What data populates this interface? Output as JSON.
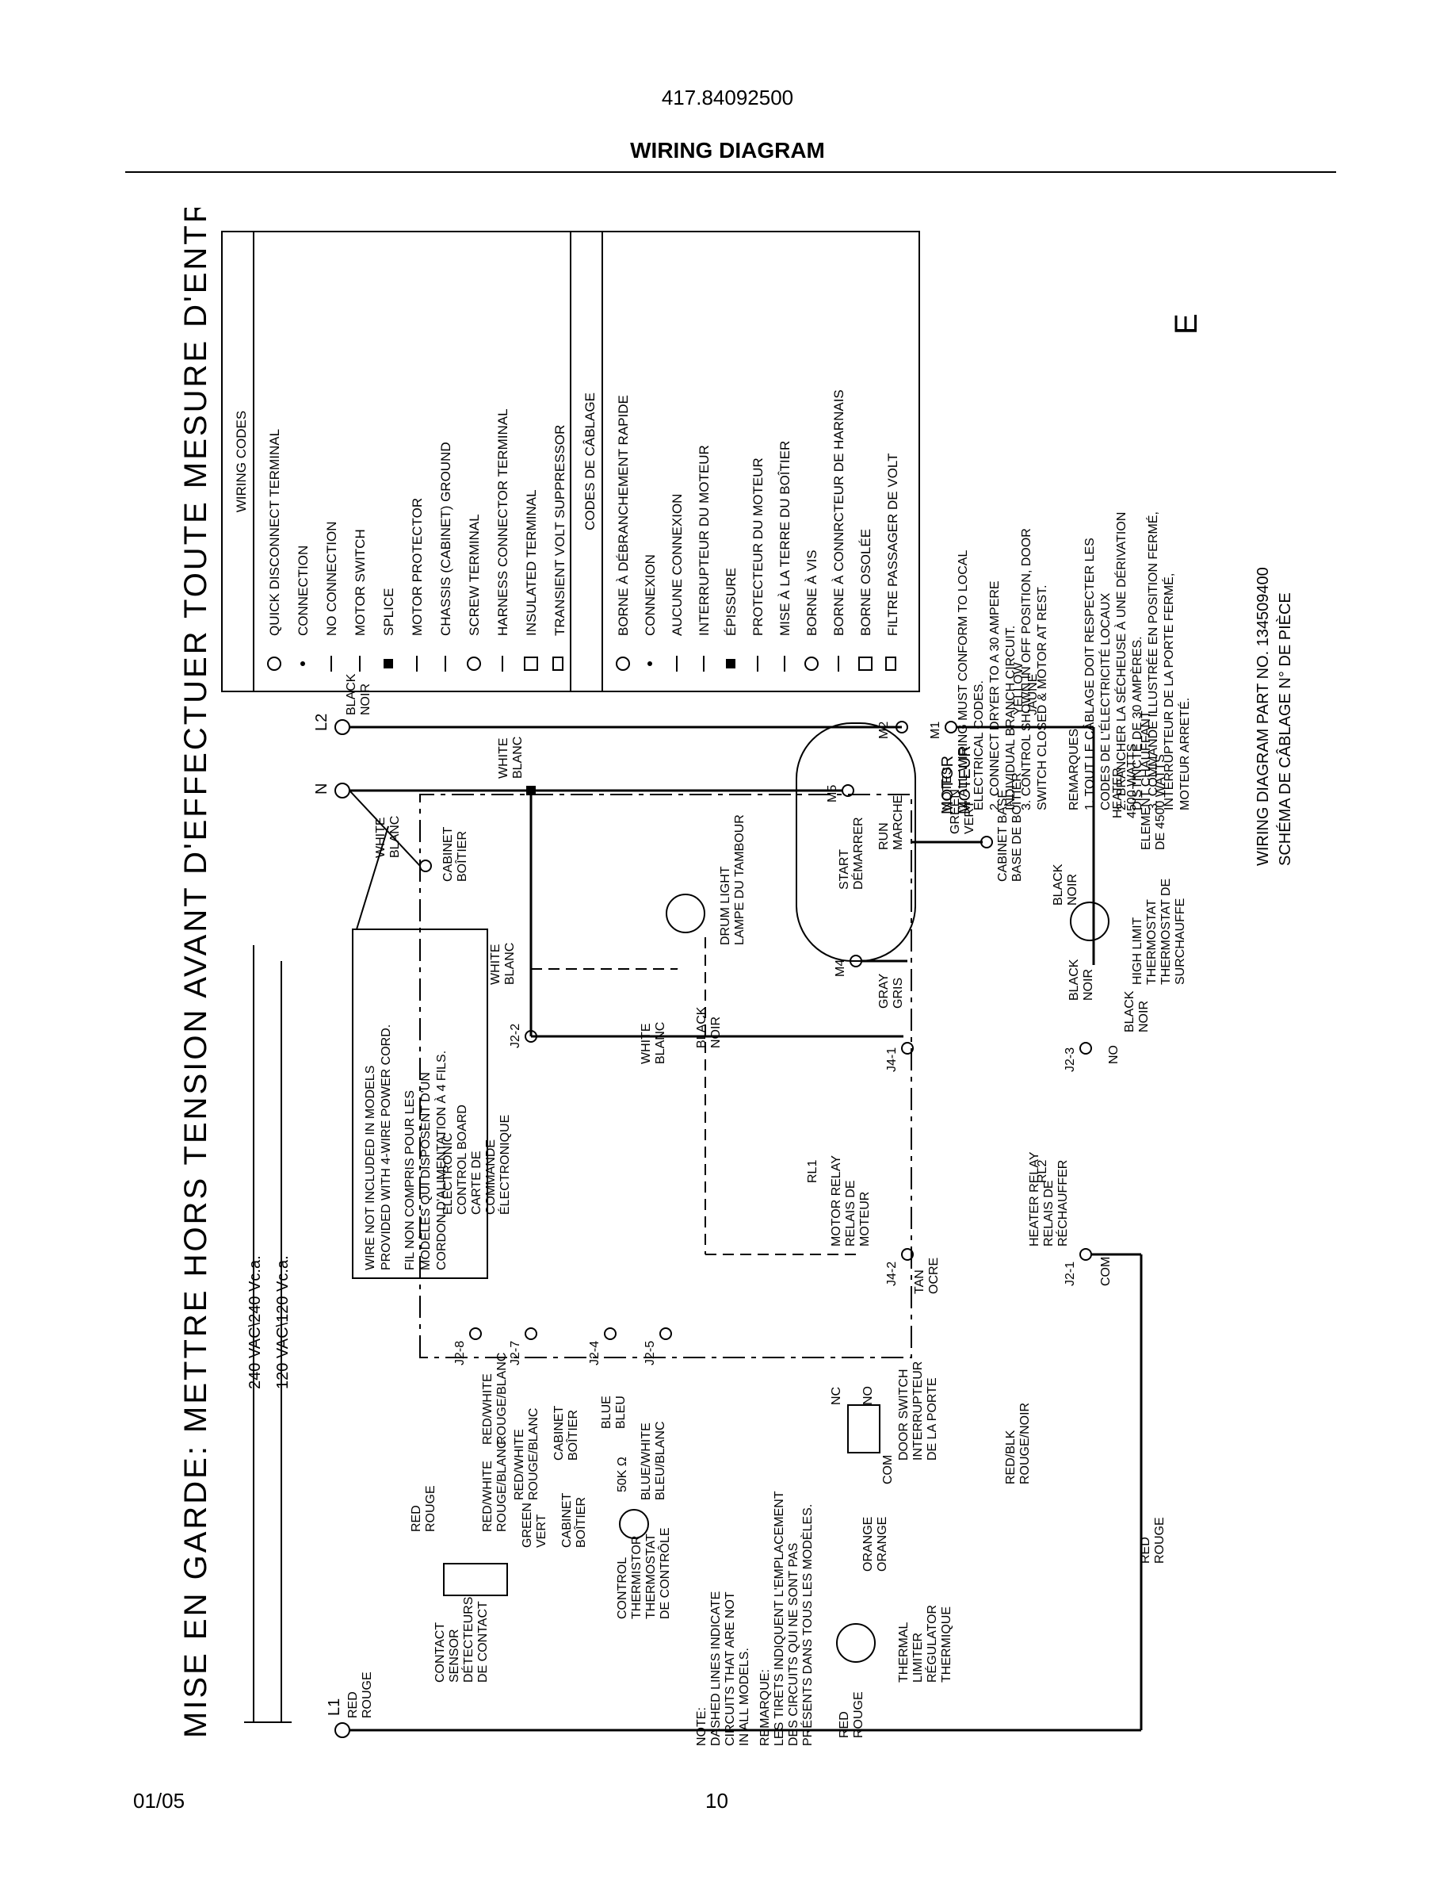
{
  "header": {
    "model_number": "417.84092500",
    "title": "WIRING DIAGRAM"
  },
  "footer": {
    "date": "01/05",
    "page_number": "10"
  },
  "warning": "MISE EN GARDE: METTRE HORS TENSION AVANT D'EFFECTUER TOUTE MESURE D'ENTRETIEN.",
  "voltages": {
    "v240": "240 VAC\\240 Vc.a.",
    "v120": "120 VAC\\120 Vc.a."
  },
  "terminals": {
    "l1": "L1",
    "l2": "L2",
    "n": "N",
    "m1": "M1",
    "m2": "M2",
    "m4": "M4",
    "m5": "M5",
    "j2_1": "J2-1",
    "j2_2": "J2-2",
    "j2_3": "J2-3",
    "j2_4": "J2-4",
    "j2_5": "J2-5",
    "j2_7": "J2-7",
    "j2_8": "J2-8",
    "j4_1": "J4-1",
    "j4_2": "J4-2",
    "rl1": "RL1",
    "rl2": "RL2",
    "com": "COM",
    "no": "NO",
    "nc": "NC"
  },
  "wire_labels": {
    "red_l1": [
      "RED",
      "ROUGE"
    ],
    "black_l2": [
      "BLACK",
      "NOIR"
    ],
    "white_n": [
      "WHITE",
      "BLANC"
    ],
    "white_top": [
      "WHITE",
      "BLANC"
    ],
    "white_j2_2": [
      "WHITE",
      "BLANC"
    ],
    "white_dash": [
      "WHITE",
      "BLANC"
    ],
    "black_light": [
      "BLACK",
      "NOIR"
    ],
    "gray": [
      "GRAY",
      "GRIS"
    ],
    "black_j2_3": [
      "BLACK",
      "NOIR"
    ],
    "black_heater": [
      "BLACK",
      "NOIR"
    ],
    "black_hl": [
      "BLACK",
      "NOIR"
    ],
    "green_motor": [
      "GREEN",
      "VERT"
    ],
    "yellow": [
      "YELLOW",
      "JAUNE"
    ],
    "red_sensor": [
      "RED",
      "ROUGE"
    ],
    "red_white_1": [
      "RED/WHITE",
      "ROUGE/BLANC"
    ],
    "red_white_2": [
      "RED/WHITE",
      "ROUGE/BLANC"
    ],
    "red_white_3": [
      "RED/WHITE",
      "ROUGE/BLANC"
    ],
    "green_ctl": [
      "GREEN",
      "VERT"
    ],
    "blue": [
      "BLUE",
      "BLEU"
    ],
    "blue_white": [
      "BLUE/WHITE",
      "BLEU/BLANC"
    ],
    "tan": [
      "TAN",
      "OCRE"
    ],
    "orange": [
      "ORANGE",
      "ORANGE"
    ],
    "red_blk": [
      "RED/BLK",
      "ROUGE/NOIR"
    ],
    "red_bottom": [
      "RED",
      "ROUGE"
    ],
    "red_limiter": [
      "RED",
      "ROUGE"
    ]
  },
  "components": {
    "cabinet_top": [
      "CABINET",
      "BOÎTIER"
    ],
    "cabinet_1": [
      "CABINET",
      "BOÎTIER"
    ],
    "cabinet_2": [
      "CABINET",
      "BOÎTIER"
    ],
    "cabinet_base": [
      "CABINET BASE",
      "BASE DE BOÎTIER"
    ],
    "wire_note": [
      "WIRE NOT INCLUDED IN MODELS",
      "PROVIDED WITH 4-WIRE POWER CORD.",
      "",
      "FIL NON COMPRIS POUR LES",
      "MODÈLES QUI DISPOSENT D'UN",
      "CORDON D'ALIMENTATION À 4 FILS."
    ],
    "control_board": [
      "ELECTRONIC",
      "CONTROL BOARD",
      "CARTE DE",
      "COMMANDE",
      "ÉLECTRONIQUE"
    ],
    "drum_light": [
      "DRUM LIGHT",
      "LAMPE DU TAMBOUR"
    ],
    "start": [
      "START",
      "DÉMARRER"
    ],
    "run": [
      "RUN",
      "MARCHE"
    ],
    "motor": [
      "MOTOR",
      "MOTEUR"
    ],
    "heater": [
      "HEATER",
      "4500 WATTS",
      "ELEMENT CHAUFFANT",
      "DE 4500 WATTS"
    ],
    "high_limit": [
      "HIGH LIMIT",
      "THERMOSTAT",
      "THERMOSTAT DE",
      "SURCHAUFFE"
    ],
    "motor_relay": [
      "MOTOR RELAY",
      "RELAIS DE",
      "MOTEUR"
    ],
    "heater_relay": [
      "HEATER RELAY",
      "RELAIS DE",
      "RÉCHAUFFER"
    ],
    "thermistor_value": "50K Ω",
    "control_thermistor": [
      "CONTROL",
      "THERMISTOR",
      "THERMOSTAT",
      "DE CONTRÔLE"
    ],
    "contact_sensor": [
      "CONTACT",
      "SENSOR",
      "DÉTECTEURS",
      "DE CONTACT"
    ],
    "door_switch": [
      "DOOR SWITCH",
      "INTERRUPTEUR",
      "DE LA PORTE"
    ],
    "thermal_limiter": [
      "THERMAL",
      "LIMITER",
      "RÉGULATOR",
      "THERMIQUE"
    ]
  },
  "dashed_note": [
    "NOTE:",
    "DASHED LINES INDICATE",
    "CIRCUITS THAT ARE NOT",
    "IN ALL MODELS.",
    "REMARQUE:",
    "LES TIRETS INDIQUENT L'EMPLACEMENT",
    "DES CIRCUITS QUI NE SONT PAS",
    "PRÉSENTS DANS TOUS LES MODÈLES."
  ],
  "wiring_codes": {
    "heading_en": "WIRING CODES",
    "heading_fr": "CODES DE CÂBLAGE",
    "en": [
      "QUICK DISCONNECT TERMINAL",
      "CONNECTION",
      "NO CONNECTION",
      "MOTOR SWITCH",
      "SPLICE",
      "MOTOR PROTECTOR",
      "CHASSIS (CABINET) GROUND",
      "SCREW TERMINAL",
      "HARNESS CONNECTOR TERMINAL",
      "INSULATED TERMINAL",
      "TRANSIENT VOLT SUPPRESSOR"
    ],
    "fr": [
      "BORNE À DÉBRANCHEMENT RAPIDE",
      "CONNEXION",
      "AUCUNE CONNEXION",
      "INTERRUPTEUR DU MOTEUR",
      "ÉPISSURE",
      "PROTECTEUR DU MOTEUR",
      "MISE À LA TERRE DU BOÎTIER",
      "BORNE À VIS",
      "BORNE À CONNRCTEUR DE HARNAIS",
      "BORNE OSOLÉE",
      "FILTRE PASSAGER DE VOLT"
    ]
  },
  "notes": [
    "NOTES:",
    "1.  ALL WIRING MUST CONFORM TO LOCAL",
    "     ELECTRICAL CODES.",
    "2.  CONNECT DRYER TO A 30 AMPERE",
    "     INDIVIDUAL BRANCH CIRCUIT.",
    "3.  CONTROL SHOWN IN OFF POSITION, DOOR",
    "     SWITCH CLOSED & MOTOR AT REST."
  ],
  "remarques": [
    "REMARQUES:",
    "1.  TOUT LE CÂBLAGE DOIT RESPECTER LES",
    "     CODES DE L'ÉLECTRICITÉ LOCAUX",
    "2.  BRANCHER LA SÉCHEUSE À UNE DÉRIVATION",
    "     DISTINCTE DE 30 AMPÈRES.",
    "3.  COMMANDE ILLUSTRÉE EN POSITION FERMÉ,",
    "     INTERRUPTEUR DE LA PORTE FERMÉ,",
    "     MOTEUR ARRETÉ."
  ],
  "part_number": {
    "line1": "WIRING DIAGRAM PART NO.   134509400",
    "line2": "SCHÉMA DE CÂBLAGE N° DE PIÈCE",
    "revision": "E"
  }
}
